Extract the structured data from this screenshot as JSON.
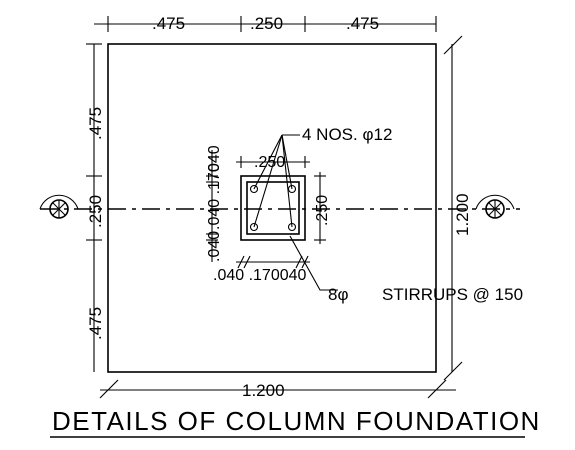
{
  "dimensions": {
    "top_left": ".475",
    "top_mid": ".250",
    "top_right": ".475",
    "left_top": ".475",
    "left_mid": ".250",
    "left_bottom": ".475",
    "right_total": "1.200",
    "bottom_total": "1.200",
    "col_width": ".250",
    "col_height": ".250",
    "cover_top_pair": ".040 .170",
    "cover_top_pair_b": "040",
    "cover_left_a": ".040",
    "cover_bottom": ".040 .170040"
  },
  "annotations": {
    "bars": "4 NOS. φ12",
    "stirrups_dia": "8φ",
    "stirrups_text": "STIRRUPS @ 150"
  },
  "title": "DETAILS OF COLUMN FOUNDATION"
}
